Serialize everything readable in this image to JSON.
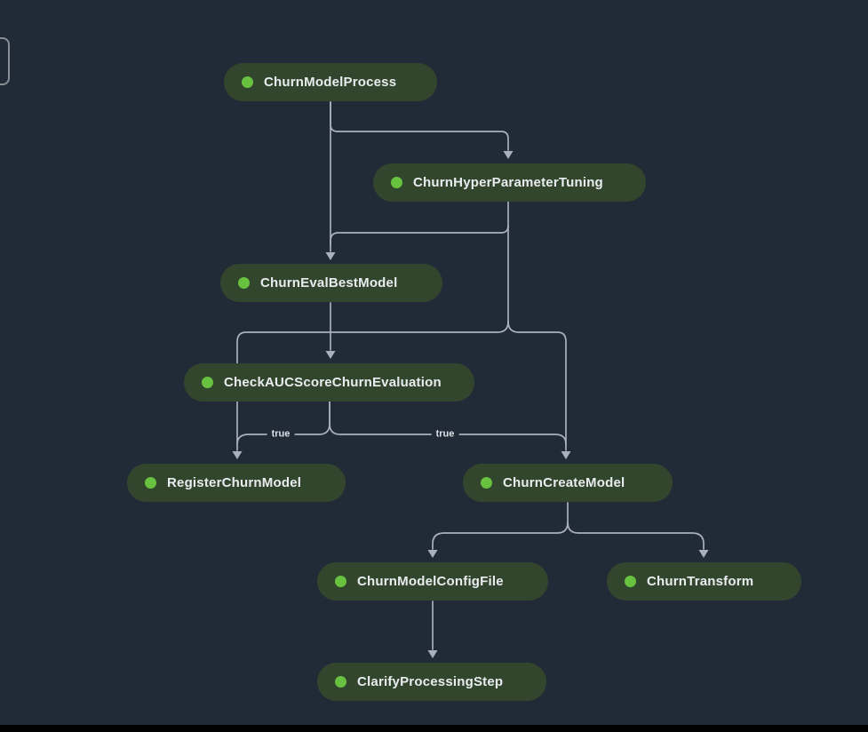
{
  "theme": {
    "bg": "#212b37",
    "node_fill": "#32462e",
    "node_text": "#e9ecef",
    "status_dot": "#69c140",
    "edge": "#a9b1bd",
    "edge_label": "#dde2e8",
    "bottom_bar": "#020202",
    "widget_border": "#878e96"
  },
  "nodes": [
    {
      "id": "ChurnModelProcess",
      "label": "ChurnModelProcess"
    },
    {
      "id": "ChurnHyperParameterTuning",
      "label": "ChurnHyperParameterTuning"
    },
    {
      "id": "ChurnEvalBestModel",
      "label": "ChurnEvalBestModel"
    },
    {
      "id": "CheckAUCScoreChurnEvaluation",
      "label": "CheckAUCScoreChurnEvaluation"
    },
    {
      "id": "RegisterChurnModel",
      "label": "RegisterChurnModel"
    },
    {
      "id": "ChurnCreateModel",
      "label": "ChurnCreateModel"
    },
    {
      "id": "ChurnModelConfigFile",
      "label": "ChurnModelConfigFile"
    },
    {
      "id": "ChurnTransform",
      "label": "ChurnTransform"
    },
    {
      "id": "ClarifyProcessingStep",
      "label": "ClarifyProcessingStep"
    }
  ],
  "edges": [
    {
      "from": "ChurnModelProcess",
      "to": "ChurnHyperParameterTuning",
      "label": ""
    },
    {
      "from": "ChurnModelProcess",
      "to": "ChurnEvalBestModel",
      "label": ""
    },
    {
      "from": "ChurnHyperParameterTuning",
      "to": "ChurnEvalBestModel",
      "label": ""
    },
    {
      "from": "ChurnHyperParameterTuning",
      "to": "RegisterChurnModel",
      "label": ""
    },
    {
      "from": "ChurnHyperParameterTuning",
      "to": "ChurnCreateModel",
      "label": ""
    },
    {
      "from": "ChurnEvalBestModel",
      "to": "CheckAUCScoreChurnEvaluation",
      "label": ""
    },
    {
      "from": "CheckAUCScoreChurnEvaluation",
      "to": "RegisterChurnModel",
      "label": "true"
    },
    {
      "from": "CheckAUCScoreChurnEvaluation",
      "to": "ChurnCreateModel",
      "label": "true"
    },
    {
      "from": "ChurnCreateModel",
      "to": "ChurnModelConfigFile",
      "label": ""
    },
    {
      "from": "ChurnCreateModel",
      "to": "ChurnTransform",
      "label": ""
    },
    {
      "from": "ChurnModelConfigFile",
      "to": "ClarifyProcessingStep",
      "label": ""
    }
  ],
  "conditional_labels": {
    "register_branch": "true",
    "create_model_branch": "true"
  }
}
